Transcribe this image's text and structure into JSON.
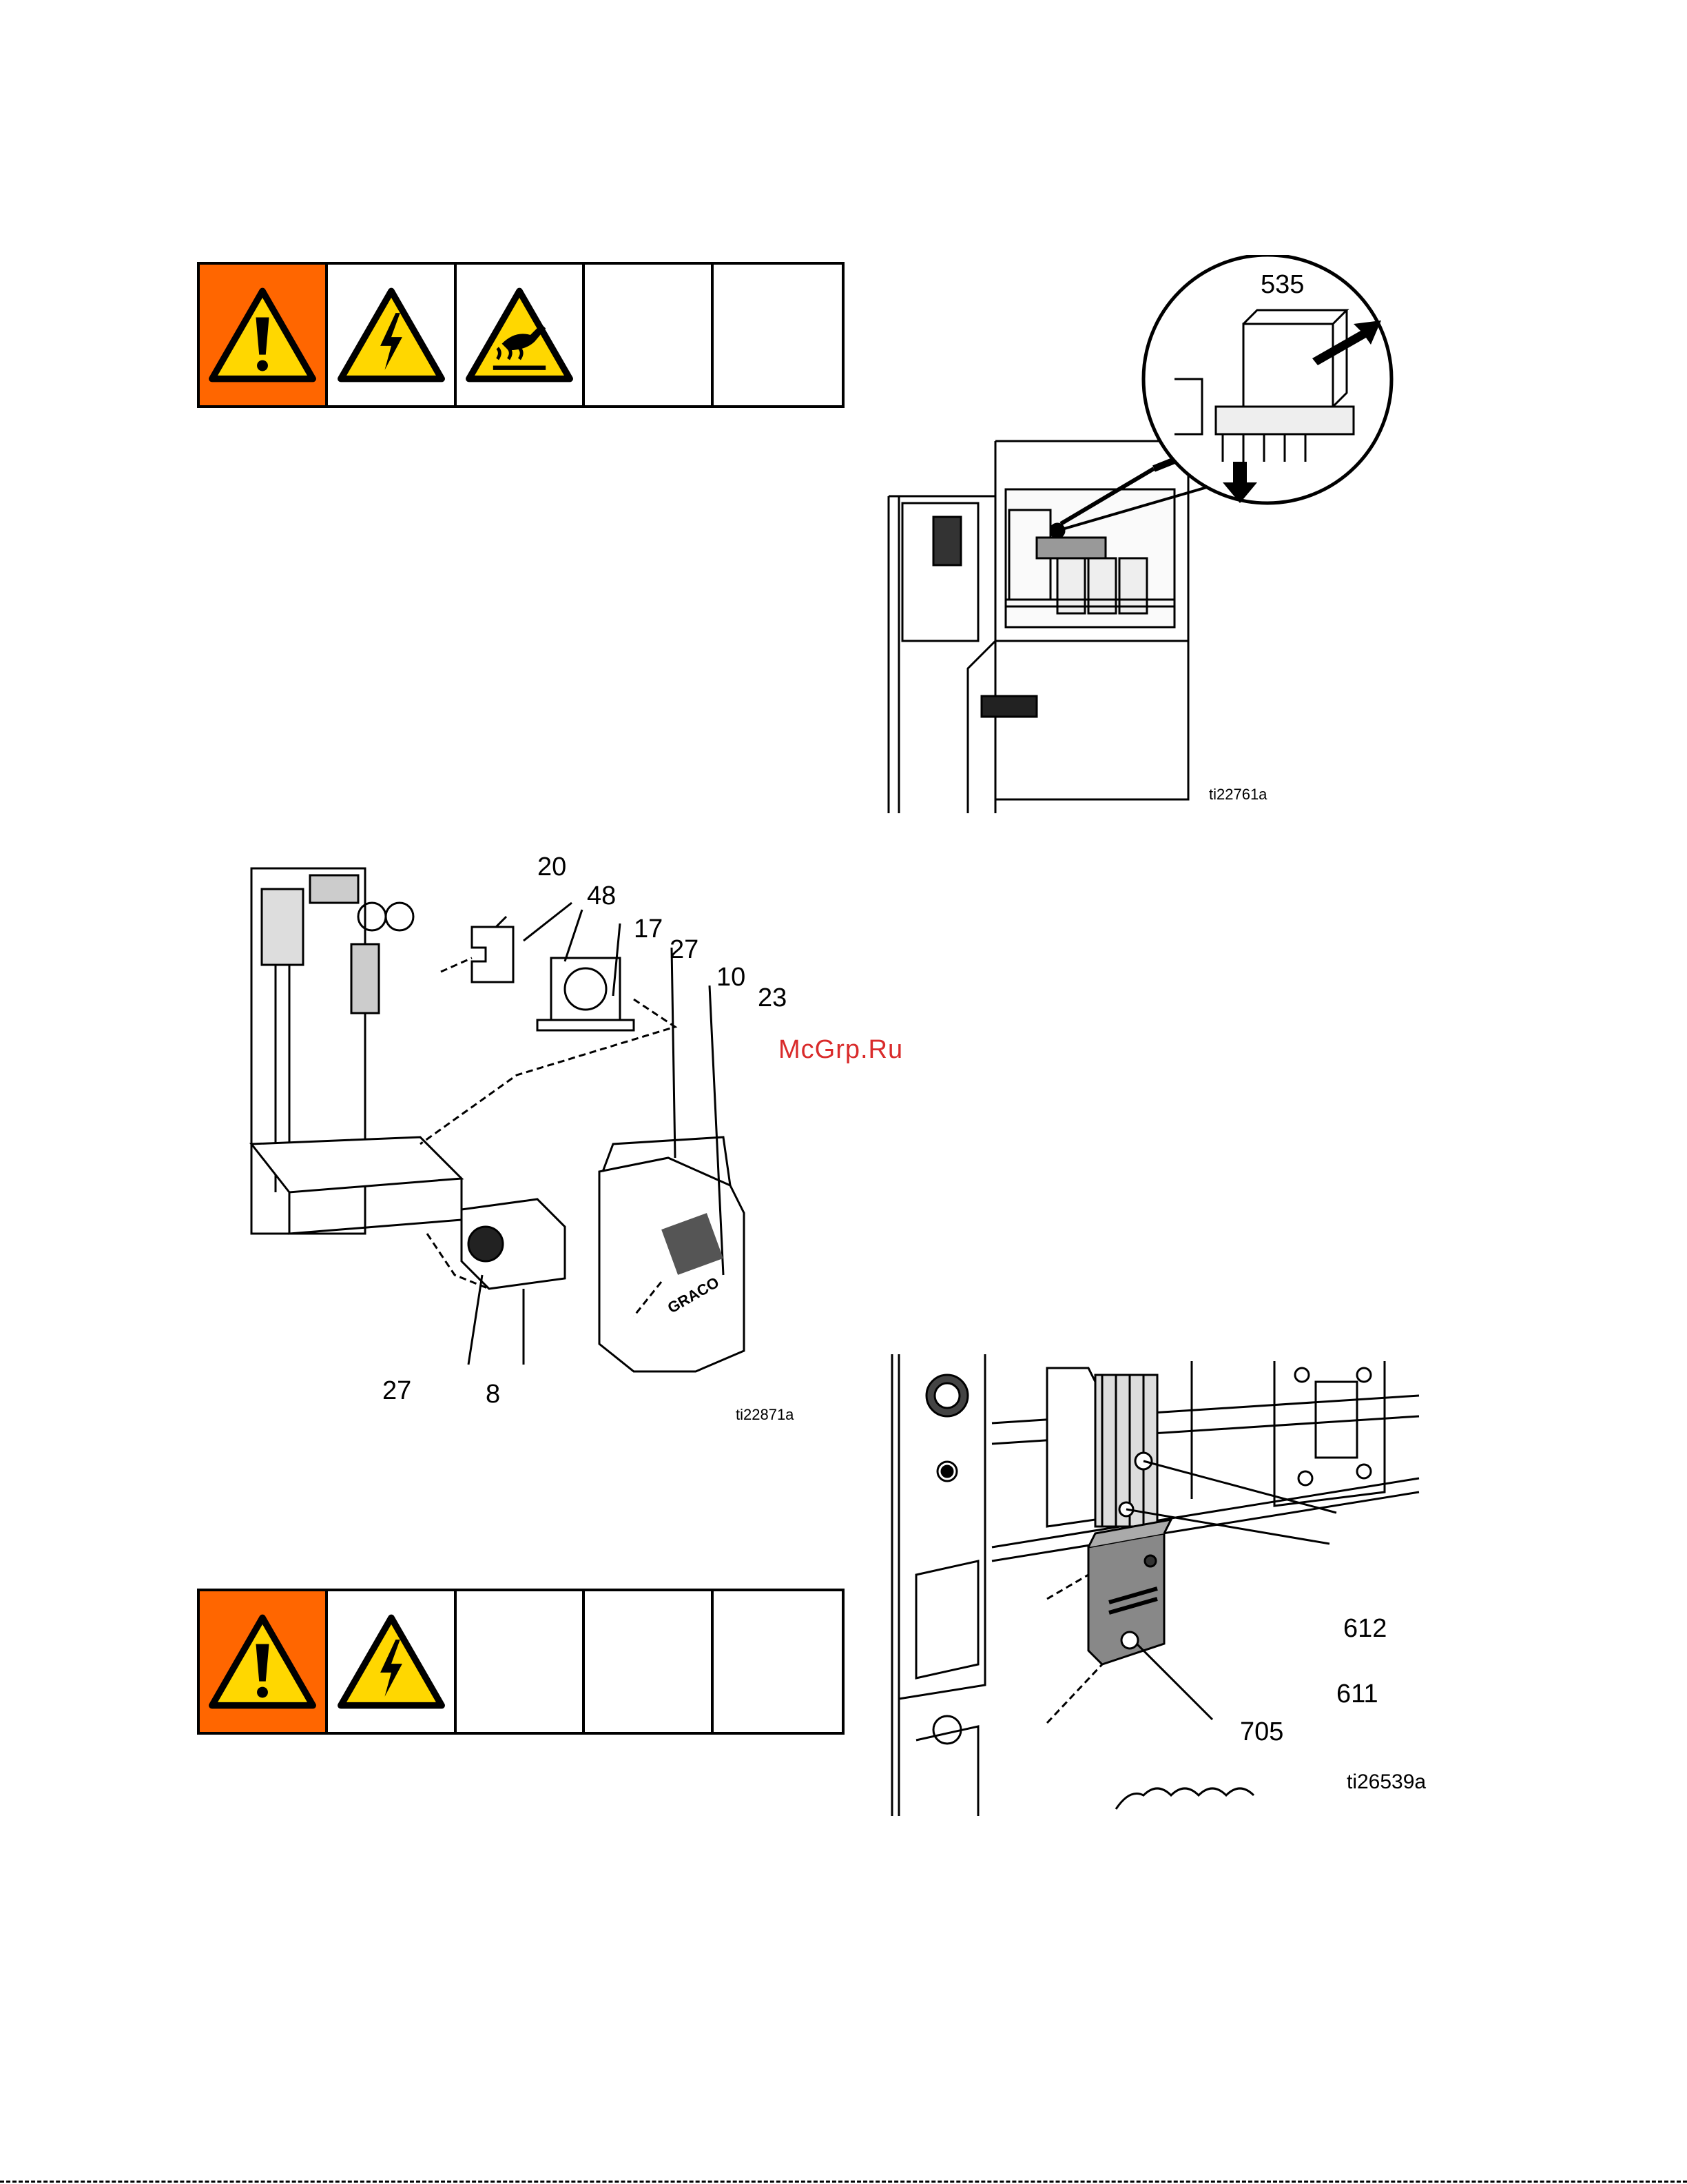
{
  "warning_rows": [
    {
      "icons": [
        "general-warning-icon",
        "electric-shock-icon",
        "hot-surface-icon",
        "",
        ""
      ]
    },
    {
      "icons": [
        "general-warning-icon",
        "electric-shock-icon",
        "",
        "",
        ""
      ]
    }
  ],
  "figure_1": {
    "callouts": [
      "535"
    ],
    "figure_id": "ti22761a"
  },
  "figure_2": {
    "callouts": [
      "20",
      "48",
      "17",
      "27",
      "10",
      "23",
      "27",
      "8"
    ],
    "logo_text": "GRACO",
    "figure_id": "ti22871a"
  },
  "figure_3": {
    "callouts": [
      "612",
      "611",
      "705"
    ],
    "figure_id": "ti26539a"
  },
  "watermark": "McGrp.Ru",
  "colors": {
    "warning_orange": "#ff6600",
    "warning_yellow": "#ffd700",
    "watermark_red": "#d92b2b"
  }
}
